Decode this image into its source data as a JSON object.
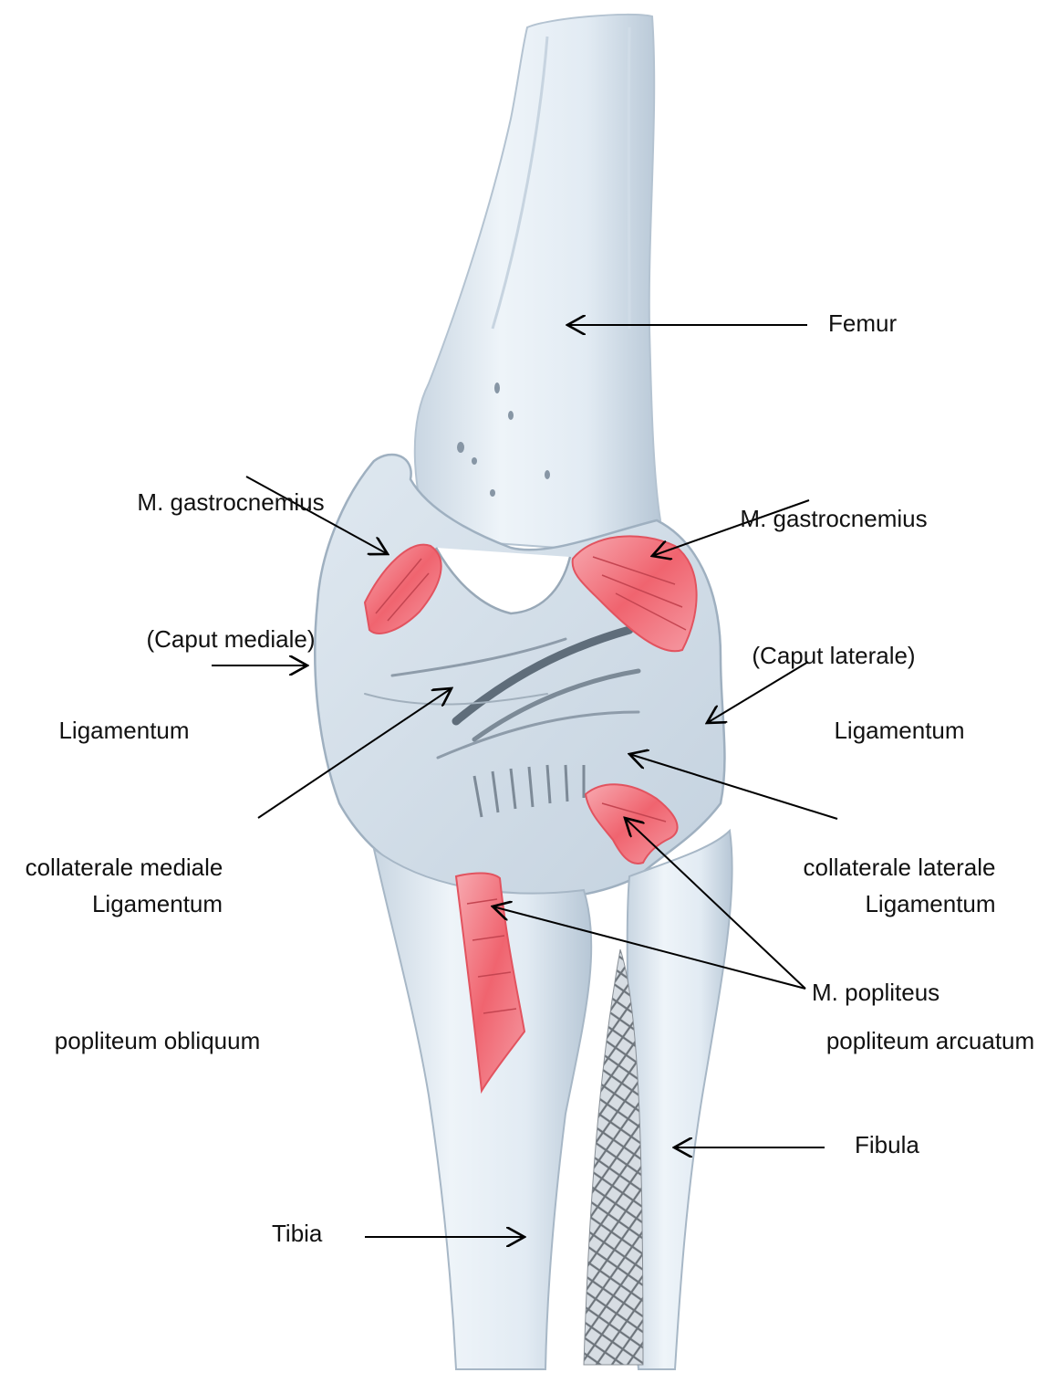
{
  "labels": {
    "femur": "Femur",
    "gastrocnemius_medial": [
      "M. gastrocnemius",
      "(Caput mediale)"
    ],
    "gastrocnemius_lateral": [
      "M. gastrocnemius",
      "(Caput laterale)"
    ],
    "collateral_medial": [
      "Ligamentum",
      "collaterale mediale"
    ],
    "collateral_lateral": [
      "Ligamentum",
      "collaterale laterale"
    ],
    "popliteum_obliquum": [
      "Ligamentum",
      "popliteum obliquum"
    ],
    "popliteum_arcuatum": [
      "Ligamentum",
      "popliteum arcuatum"
    ],
    "popliteus": "M. popliteus",
    "fibula": "Fibula",
    "tibia": "Tibia"
  },
  "colors": {
    "bone": "#e6eef5",
    "bone_shadow": "#a9b9c8",
    "ligament_dark": "#5f6d7a",
    "muscle": "#f0646f",
    "muscle_light": "#f6a0a8",
    "leader_line": "#000000"
  }
}
